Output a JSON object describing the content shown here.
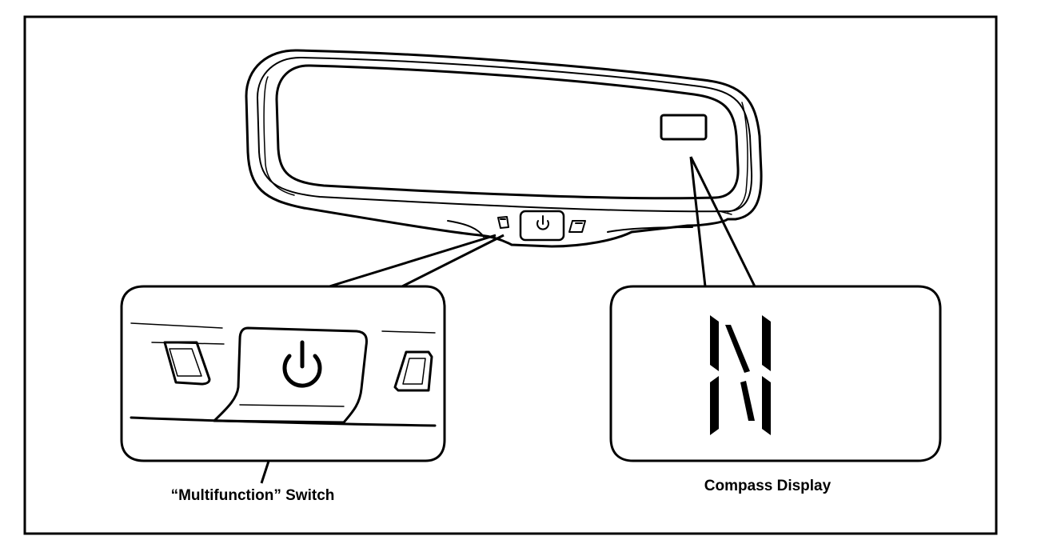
{
  "labels": {
    "multifunction_switch": "“Multifunction” Switch",
    "compass_display": "Compass Display"
  },
  "compass_reading": "N",
  "colors": {
    "line": "#000000",
    "background": "#ffffff"
  },
  "icons": {
    "power": "power-icon",
    "sensor_left": "sensor-window-icon",
    "sensor_right": "sensor-window-icon"
  }
}
